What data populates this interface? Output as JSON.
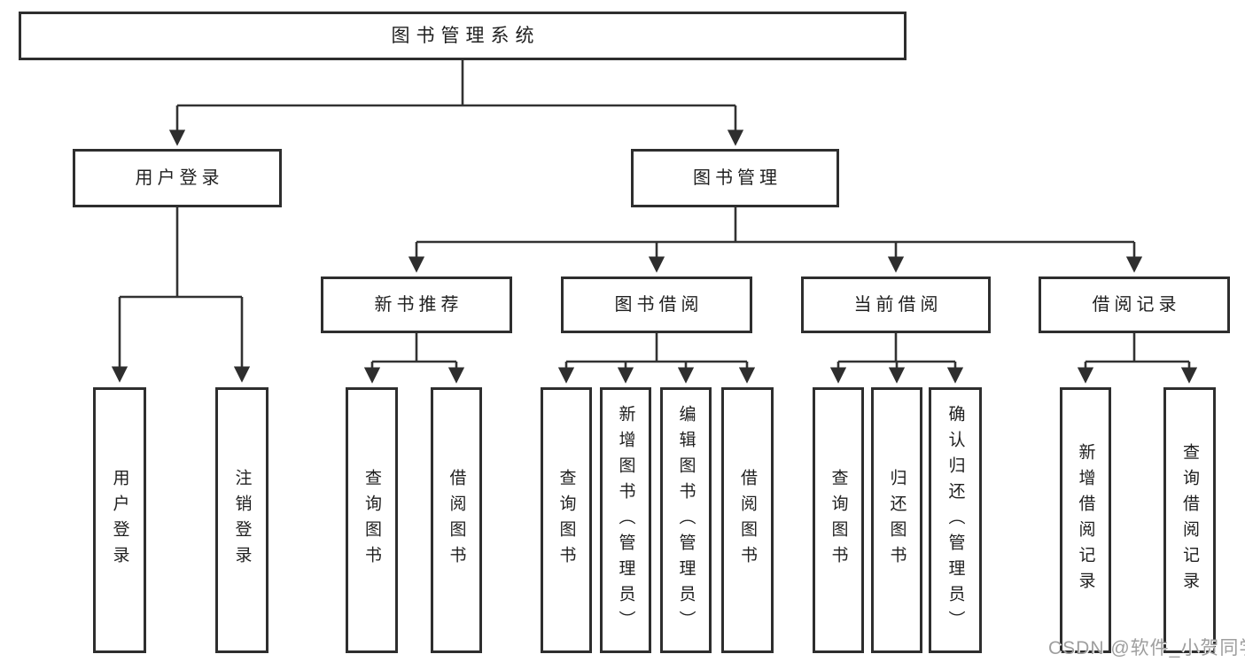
{
  "diagram": {
    "root": {
      "label": "图书管理系统"
    },
    "branches": [
      {
        "label": "用户登录",
        "children": [
          {
            "label": "用户登录"
          },
          {
            "label": "注销登录"
          }
        ]
      },
      {
        "label": "图书管理",
        "children": [
          {
            "label": "新书推荐",
            "children": [
              {
                "label": "查询图书"
              },
              {
                "label": "借阅图书"
              }
            ]
          },
          {
            "label": "图书借阅",
            "children": [
              {
                "label": "查询图书"
              },
              {
                "label": "新增图书（管理员）"
              },
              {
                "label": "编辑图书（管理员）"
              },
              {
                "label": "借阅图书"
              }
            ]
          },
          {
            "label": "当前借阅",
            "children": [
              {
                "label": "查询图书"
              },
              {
                "label": "归还图书"
              },
              {
                "label": "确认归还（管理员）"
              }
            ]
          },
          {
            "label": "借阅记录",
            "children": [
              {
                "label": "新增借阅记录"
              },
              {
                "label": "查询借阅记录"
              }
            ]
          }
        ]
      }
    ]
  },
  "watermark": {
    "text": "CSDN @软件_小贺同学"
  },
  "colors": {
    "line": "#323232",
    "box_border": "#2e2e2e",
    "text": "#1f1f1f",
    "background": "#ffffff",
    "watermark": "#9e9e9e"
  }
}
